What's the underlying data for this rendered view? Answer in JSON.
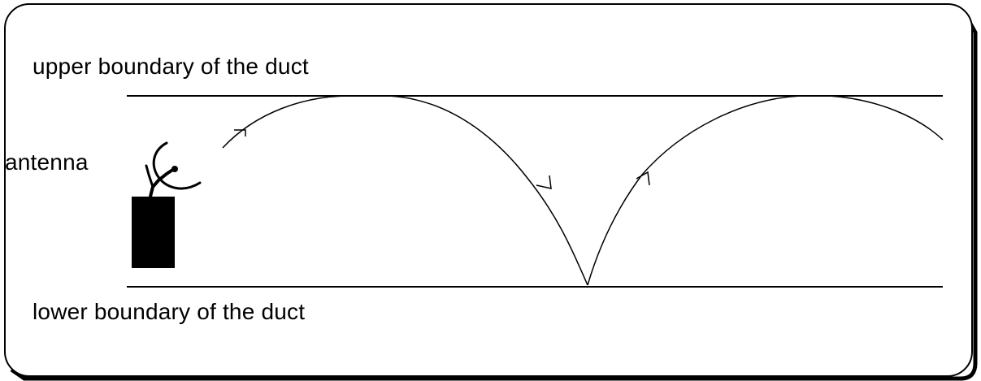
{
  "diagram": {
    "labels": {
      "upper_boundary": "upper boundary of the duct",
      "antenna": "antenna",
      "lower_boundary": "lower boundary of the duct"
    },
    "colors": {
      "stroke": "#000000",
      "background": "#ffffff",
      "frame_shadow": "#000000"
    },
    "elements": [
      "upper-boundary-line",
      "lower-boundary-line",
      "antenna-mast",
      "antenna-dish",
      "ray-path",
      "direction-arrows"
    ]
  }
}
